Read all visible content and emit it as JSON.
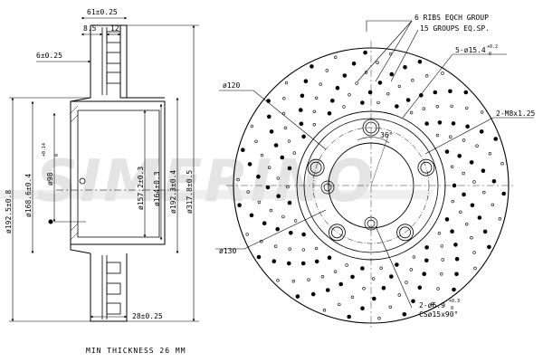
{
  "watermark": "SIMERINO",
  "section_dims": {
    "hat_width": "61±0.25",
    "flange_left": "8.5",
    "flange_right": "12",
    "step_offset": "6±0.25",
    "outer_diameter": "ø192.5±0.8",
    "inner_diameter": "ø168.6±0.4",
    "bore_diameter": "ø98",
    "bore_tol_upper": "+0.14",
    "bore_tol_lower": "0",
    "hub_diameter": "ø157.2±0.3",
    "seat_diameter": "ø164±0.3",
    "mid_diameter": "ø192.3±0.4",
    "disc_diameter": "ø317.8±0.5",
    "thickness": "28±0.25",
    "min_thickness": "MIN THICKNESS 26 MM"
  },
  "front_dims": {
    "ribs_note_line1": "6 RIBS EQCH GROUP",
    "ribs_note_line2": "15 GROUPS EQ.SP.",
    "holes_note": "5-ø15.4",
    "holes_tol_upper": "+0.2",
    "holes_tol_lower": "0",
    "pcd": "ø120",
    "thread_note": "2-M8x1.25",
    "angle": "36°",
    "center_bore": "ø130",
    "pin_note": "2-ø6.9",
    "pin_tol_upper": "+0.3",
    "pin_tol_lower": "0",
    "countersink_note": "CSø15x90°"
  }
}
